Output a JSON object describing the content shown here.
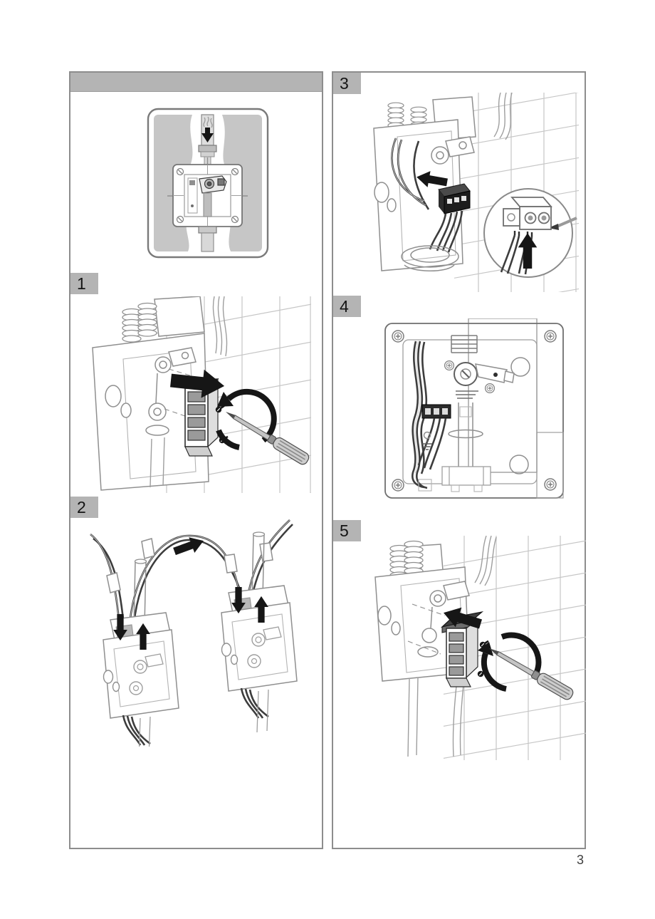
{
  "page": {
    "number": "3"
  },
  "steps": [
    {
      "label": "1"
    },
    {
      "label": "2"
    },
    {
      "label": "3"
    },
    {
      "label": "4"
    },
    {
      "label": "5"
    }
  ],
  "colors": {
    "step_label_background": "#b4b4b4",
    "header_bar_background": "#b4b4b4",
    "panel_border": "#8d8d8d",
    "drawing_outline": "#8f8f8f",
    "arrow_black": "#161616",
    "wall_section_gray": "#c6c6c6",
    "page_number_text": "#3f3f3f"
  },
  "icons": {
    "flow_down_arrow": "filled triangle down",
    "direction_arrow": "filled block arrow",
    "rotate_arrow": "circular arc arrow with head",
    "screwdriver": "line-art screwdriver"
  }
}
